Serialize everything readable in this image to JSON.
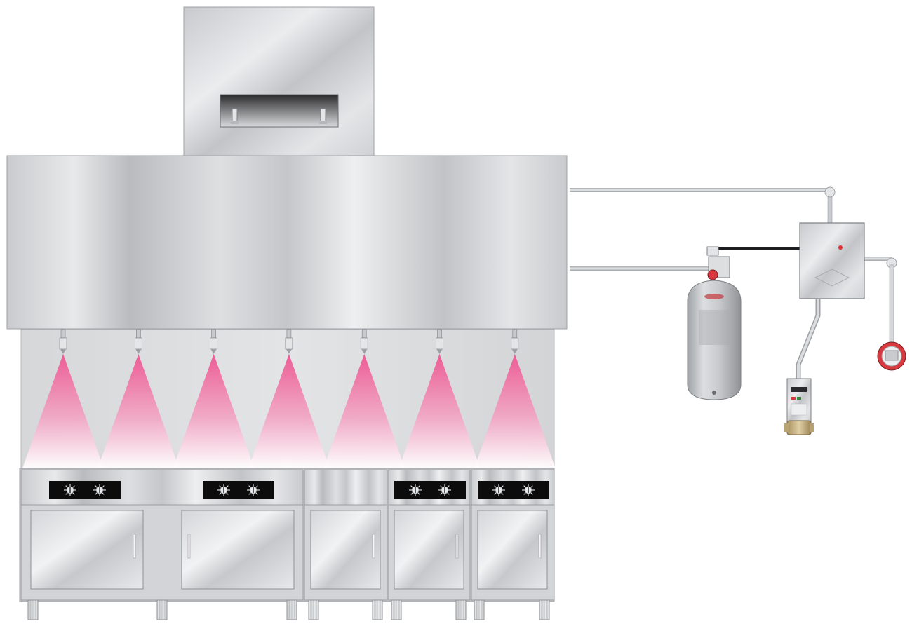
{
  "scene": {
    "type": "kitchen hood fire suppression system illustration",
    "background_color": "#ffffff",
    "hood": {
      "exhaust_duct": {
        "duct_nozzle_count": 2
      },
      "appliance_nozzle_count": 7,
      "spray_color": "#ec5b95"
    },
    "cooking_line": {
      "appliance_count": 5,
      "control_panels": [
        {
          "knob_count": 2
        },
        {
          "knob_count": 2
        },
        {
          "knob_count": 0
        },
        {
          "knob_count": 2
        },
        {
          "knob_count": 2
        }
      ]
    },
    "suppression_equipment": {
      "agent_cylinder": {
        "cap_color": "#d9383f"
      },
      "control_box": {
        "indicator_color": "#e03030"
      },
      "manual_pull_station": {
        "ring_color": "#d9383f"
      },
      "gas_shutoff_valve": {
        "valve_color": "#c9b48a"
      }
    },
    "piping_color": "#c9ccd1"
  }
}
